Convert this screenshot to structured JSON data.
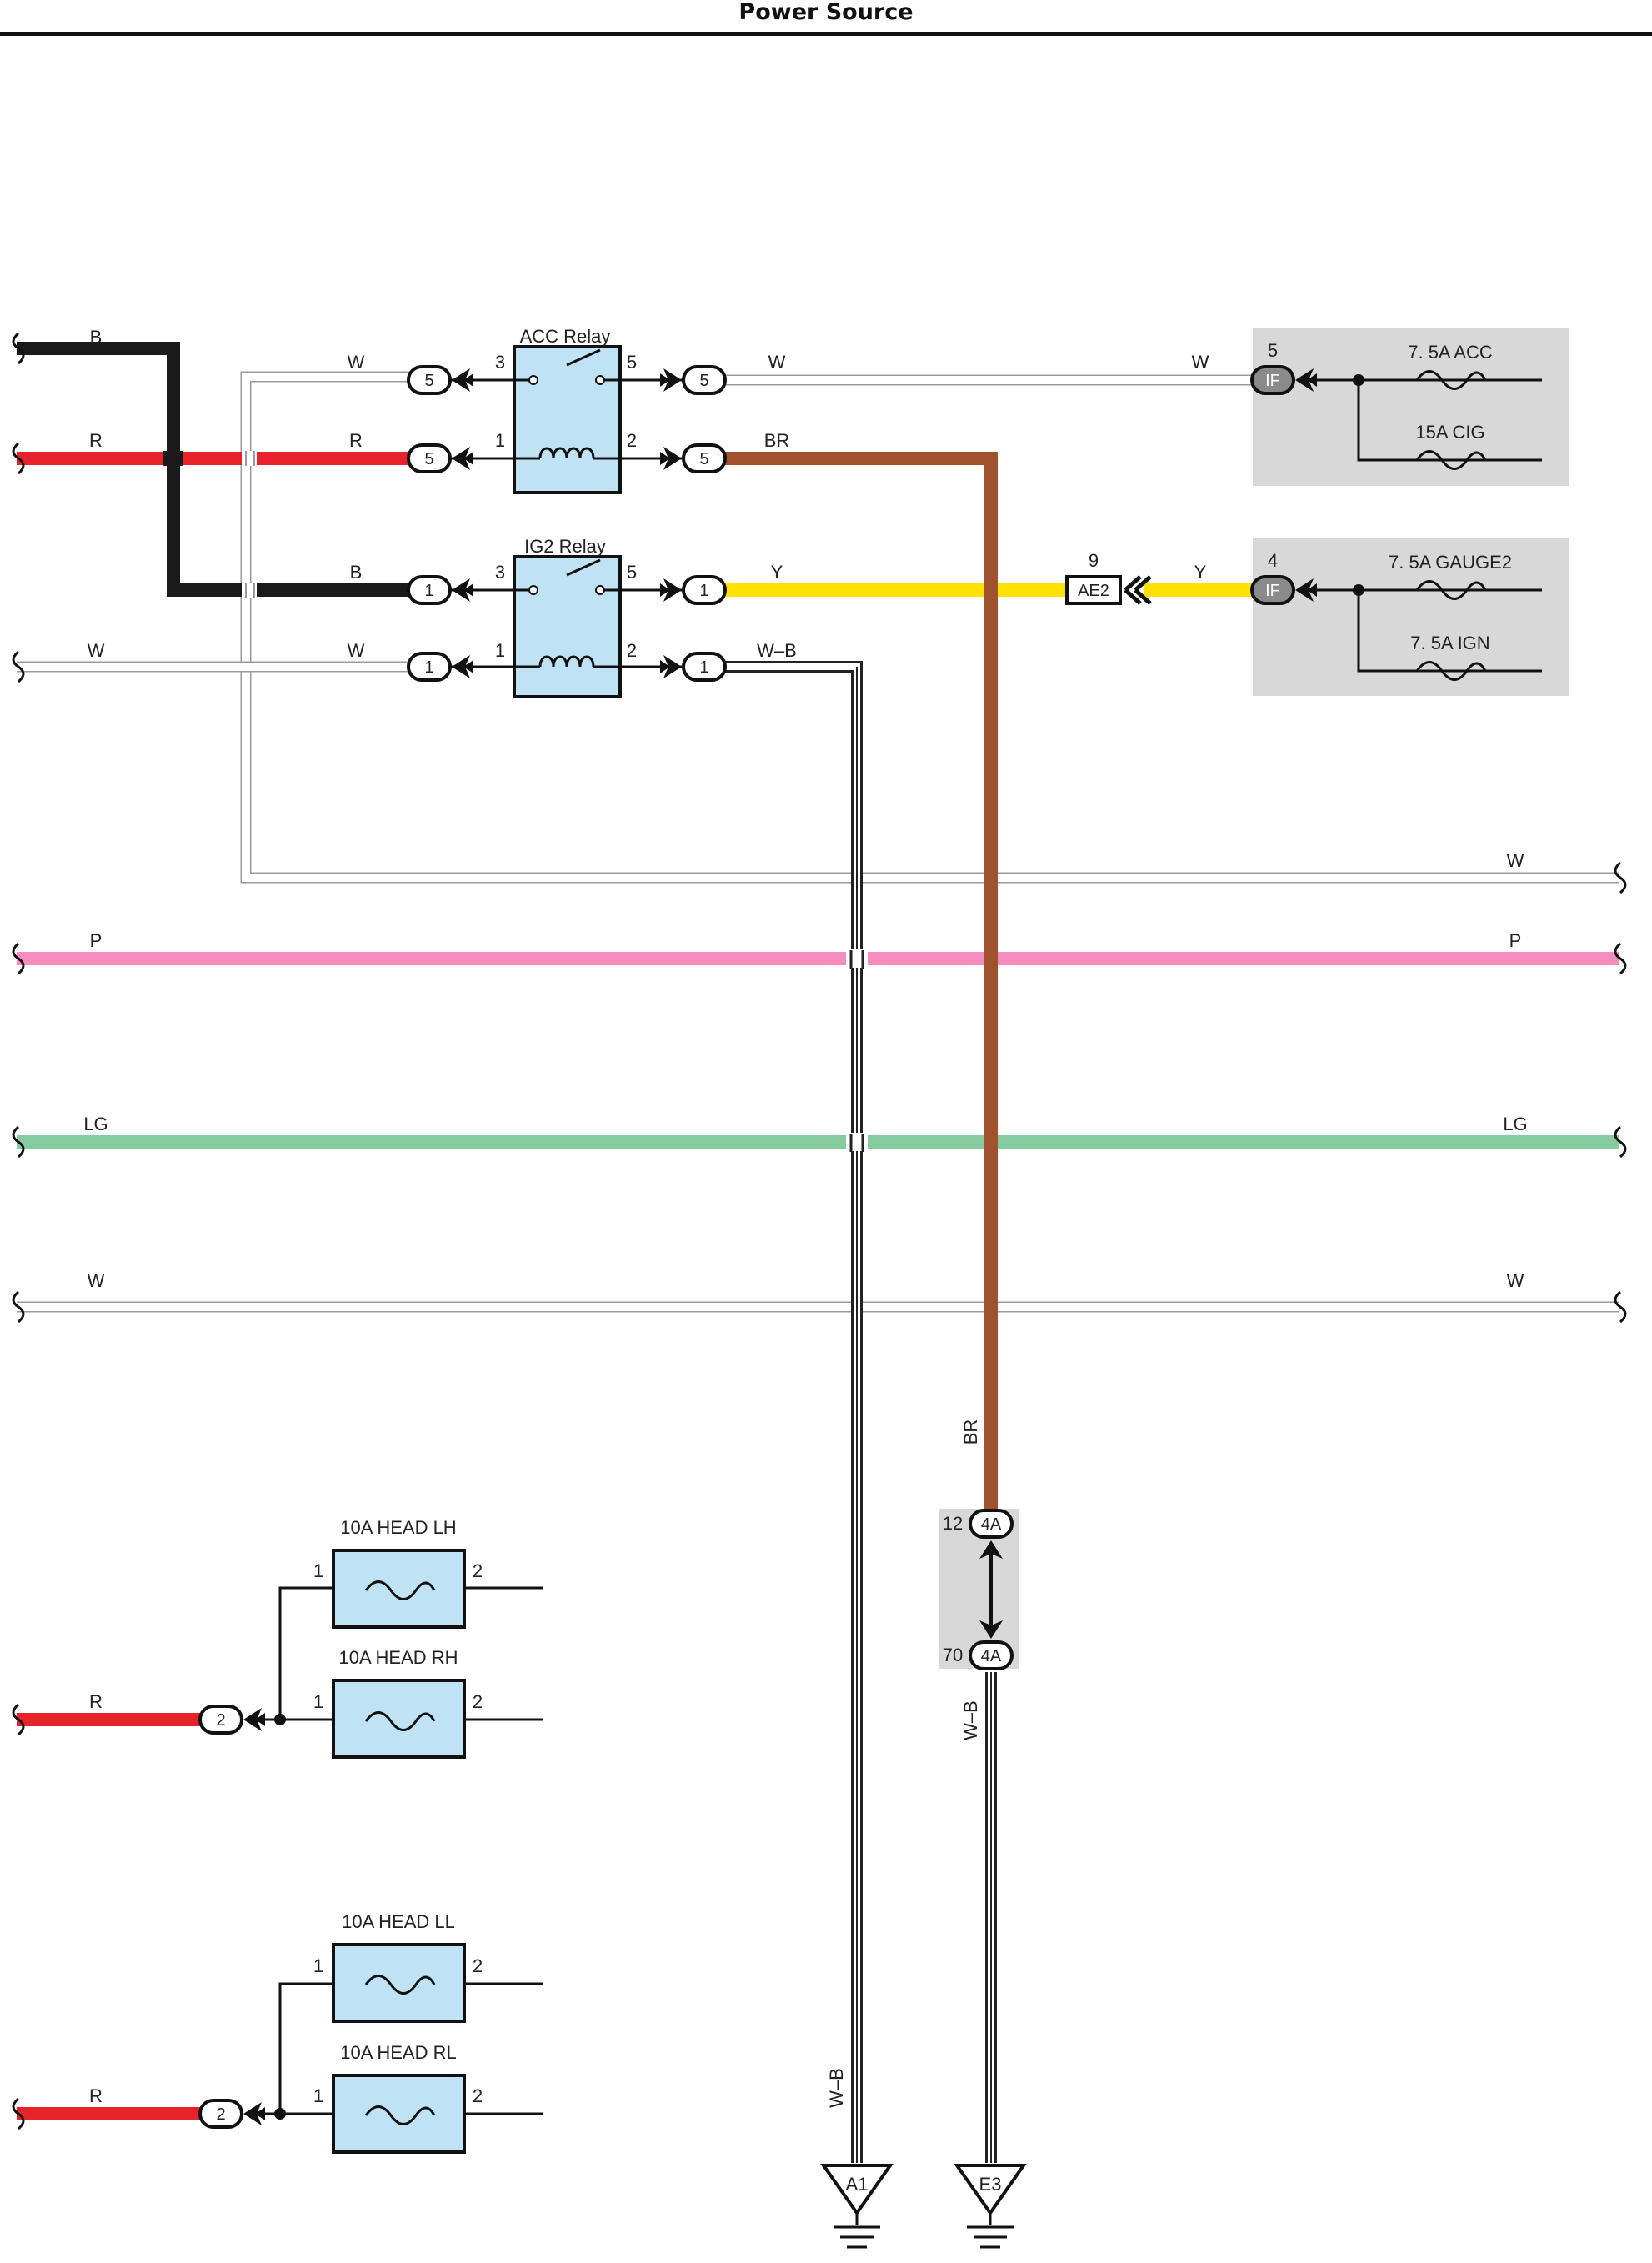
{
  "page": {
    "title": "Power Source"
  },
  "relays": [
    {
      "id": "acc",
      "label": "ACC Relay",
      "pins": [
        "3",
        "5",
        "1",
        "2"
      ]
    },
    {
      "id": "ig2",
      "label": "IG2 Relay",
      "pins": [
        "3",
        "5",
        "1",
        "2"
      ]
    }
  ],
  "fuse_boxes": [
    {
      "connector": "IF",
      "pin": "5",
      "fuses": [
        "7. 5A ACC",
        "15A CIG"
      ]
    },
    {
      "connector": "IF",
      "pin": "4",
      "fuses": [
        "7. 5A GAUGE2",
        "7. 5A IGN"
      ]
    }
  ],
  "head_fuses": [
    {
      "label": "10A HEAD LH",
      "pins": [
        "1",
        "2"
      ]
    },
    {
      "label": "10A HEAD RH",
      "pins": [
        "1",
        "2"
      ]
    },
    {
      "label": "10A HEAD LL",
      "pins": [
        "1",
        "2"
      ]
    },
    {
      "label": "10A HEAD RL",
      "pins": [
        "1",
        "2"
      ]
    }
  ],
  "wire_labels": {
    "left_b": "B",
    "left_r": "R",
    "left_w": "W",
    "acc_in_w": "W",
    "acc_in_r": "R",
    "acc_out_w": "W",
    "acc_out_br": "BR",
    "ig2_in_b": "B",
    "ig2_in_w": "W",
    "ig2_out_y": "Y",
    "ig2_out_wb": "W–B",
    "fuse_in_w": "W",
    "fuse_in_y": "Y",
    "bus_w_right": "W",
    "bus_p": "P",
    "bus_lg": "LG",
    "bus_w2": "W",
    "br_vertical": "BR",
    "wb_vertical_left": "W–B",
    "wb_vertical_right": "W–B",
    "head_r1": "R",
    "head_r2": "R"
  },
  "connectors": {
    "acc_in_top": "5",
    "acc_in_bottom": "5",
    "acc_out_top": "5",
    "acc_out_bottom": "5",
    "ig2_in_top": "1",
    "ig2_in_bottom": "1",
    "ig2_out_top": "1",
    "ig2_out_bottom": "1",
    "ae2_label": "AE2",
    "ae2_pin": "9",
    "j4a_top": "4A",
    "j4a_top_pin": "12",
    "j4a_bottom": "4A",
    "j4a_bottom_pin": "70",
    "head_conn_1": "2",
    "head_conn_2": "2"
  },
  "grounds": [
    {
      "label": "A1"
    },
    {
      "label": "E3"
    }
  ],
  "colors": {
    "black": "#1a1a1a",
    "red": "#e8222a",
    "brown": "#a0522d",
    "yellow": "#ffe100",
    "pink": "#f48cbf",
    "light_green": "#86cba0",
    "relay_fill": "#bfe3f5",
    "fuse_box_fill": "#d8d8d8"
  }
}
